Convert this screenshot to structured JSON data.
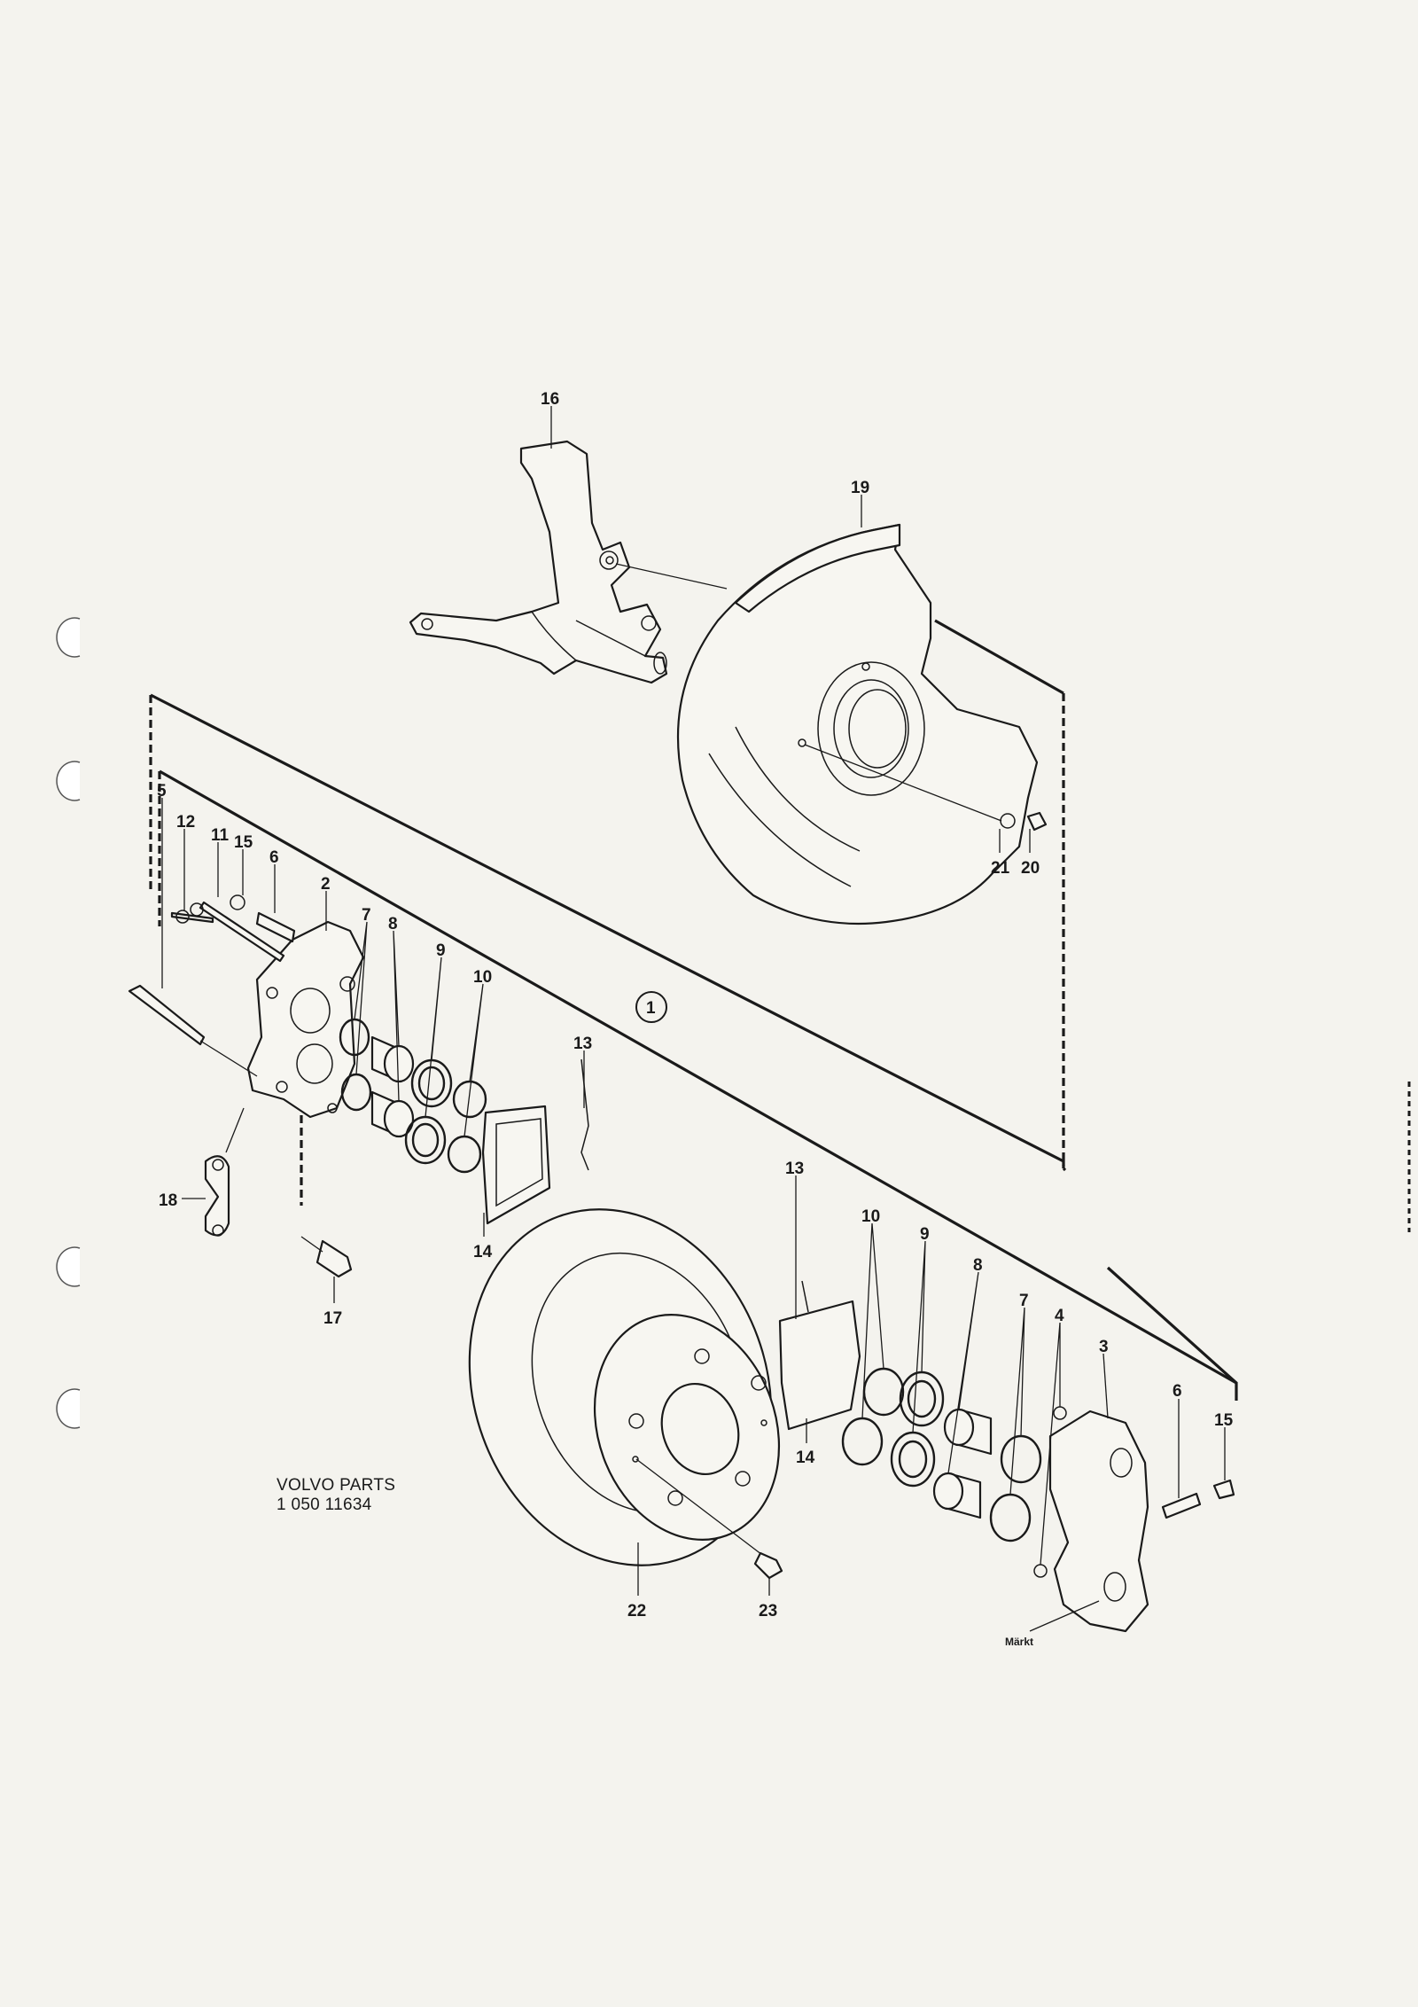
{
  "diagram": {
    "callouts": {
      "c1": "1",
      "c2": "2",
      "c3": "3",
      "c4": "4",
      "c5": "5",
      "c6a": "6",
      "c6b": "6",
      "c7a": "7",
      "c7b": "7",
      "c8a": "8",
      "c8b": "8",
      "c9a": "9",
      "c9b": "9",
      "c10a": "10",
      "c10b": "10",
      "c11": "11",
      "c12": "12",
      "c13a": "13",
      "c13b": "13",
      "c14a": "14",
      "c14b": "14",
      "c15a": "15",
      "c15b": "15",
      "c16": "16",
      "c17": "17",
      "c18": "18",
      "c19": "19",
      "c20": "20",
      "c21": "21",
      "c22": "22",
      "c23": "23"
    },
    "marked_note": "Märkt",
    "publisher": "VOLVO PARTS",
    "part_number": "1 050 11634"
  }
}
